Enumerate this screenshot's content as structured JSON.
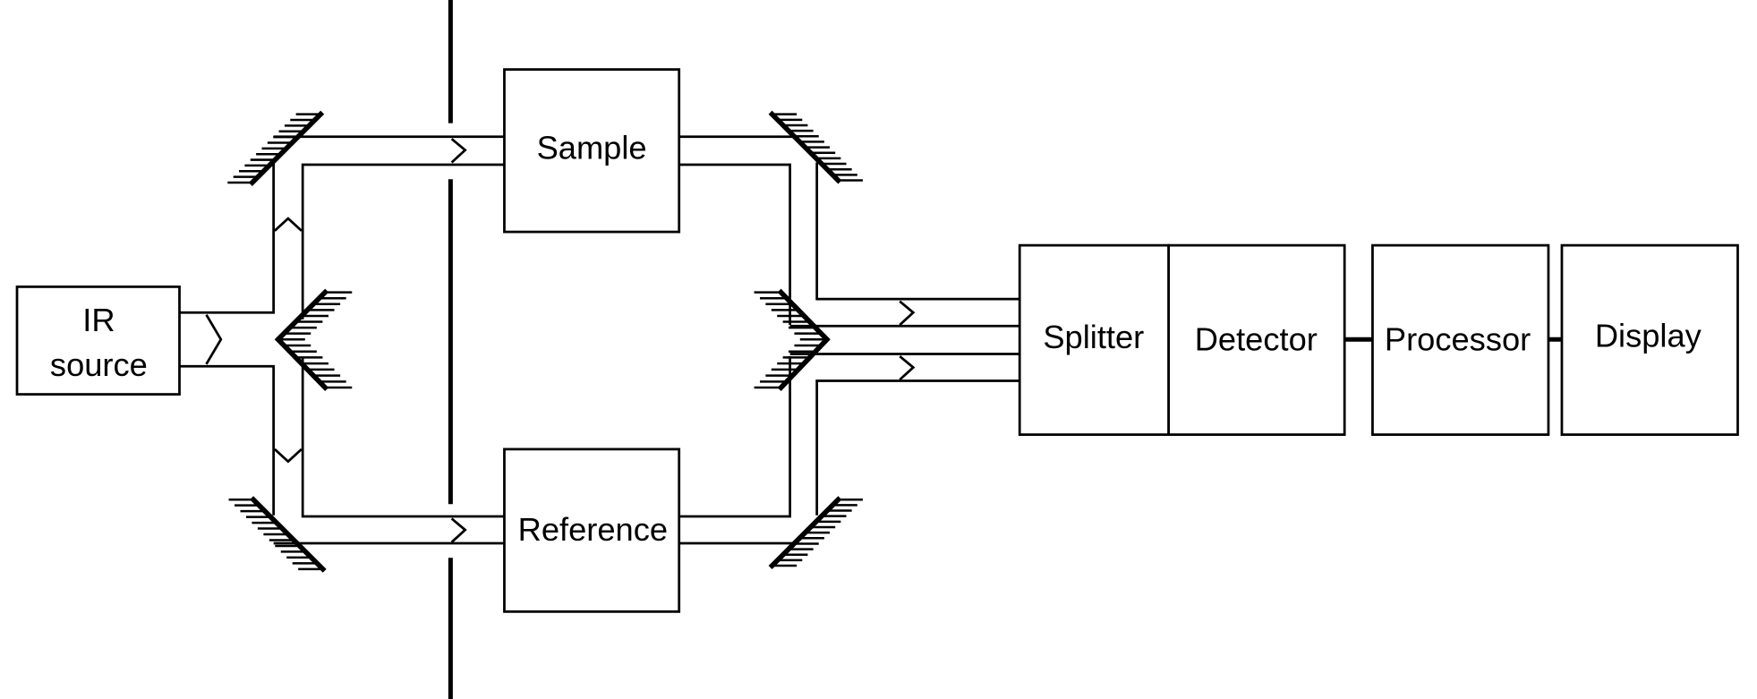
{
  "diagram": {
    "title": "Double-beam IR spectrometer schematic",
    "colors": {
      "stroke": "#000000",
      "background": "#ffffff"
    },
    "components": {
      "source": {
        "line1": "IR",
        "line2": "source"
      },
      "sample": "Sample",
      "reference": "Reference",
      "splitter": "Splitter",
      "detector": "Detector",
      "processor": "Processor",
      "display": "Display"
    },
    "elements": {
      "mirrors": [
        "mirror-top-left",
        "mirror-center-left",
        "mirror-bottom-left",
        "mirror-top-right",
        "mirror-center-right",
        "mirror-bottom-right"
      ],
      "barrier": "vertical-chopper-barrier"
    }
  }
}
